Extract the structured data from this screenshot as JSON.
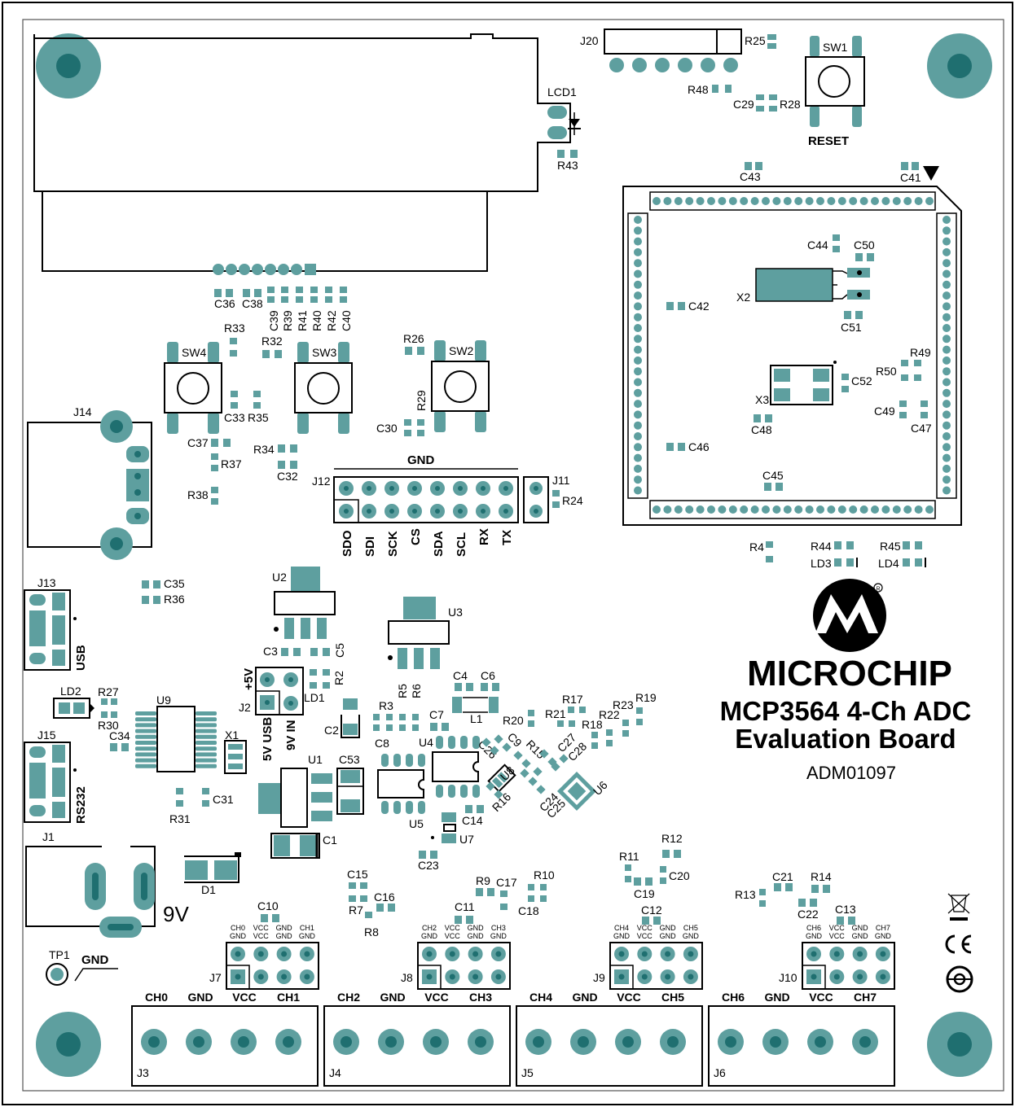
{
  "title_lines": [
    "MCP3564 4-Ch ADC",
    "Evaluation Board"
  ],
  "brand": "MICROCHIP",
  "board_id": "ADM01097",
  "labels": {
    "J20": "J20",
    "R25": "R25",
    "SW1": "SW1",
    "RESET": "RESET",
    "R48": "R48",
    "C29": "C29",
    "R28": "R28",
    "LCD1": "LCD1",
    "R43": "R43",
    "C43": "C43",
    "C41": "C41",
    "C36": "C36",
    "C38": "C38",
    "C39": "C39",
    "R39": "R39",
    "R41": "R41",
    "R40": "R40",
    "R42": "R42",
    "C40": "C40",
    "C44": "C44",
    "C50": "C50",
    "X2": "X2",
    "C42": "C42",
    "C51": "C51",
    "R49": "R49",
    "R50": "R50",
    "C52": "C52",
    "X3": "X3",
    "C48": "C48",
    "C49": "C49",
    "C47": "C47",
    "C46": "C46",
    "C45": "C45",
    "R33": "R33",
    "R32": "R32",
    "R26": "R26",
    "SW4": "SW4",
    "SW3": "SW3",
    "SW2": "SW2",
    "R29": "R29",
    "C33": "C33",
    "R35": "R35",
    "C30": "C30",
    "J14": "J14",
    "C37": "C37",
    "R37": "R37",
    "R34": "R34",
    "C32": "C32",
    "R38": "R38",
    "GND_hdr": "GND",
    "J12": "J12",
    "J11": "J11",
    "R24": "R24",
    "SDO": "SDO",
    "SDI": "SDI",
    "SCK": "SCK",
    "CS": "CS",
    "SDA": "SDA",
    "SCL": "SCL",
    "RX": "RX",
    "TX": "TX",
    "R4": "R4",
    "R44": "R44",
    "R45": "R45",
    "LD3": "LD3",
    "LD4": "LD4",
    "J13": "J13",
    "C35": "C35",
    "R36": "R36",
    "U2": "U2",
    "USB": "USB",
    "U3": "U3",
    "C3": "C3",
    "C5": "C5",
    "P5V": "+5V",
    "R2": "R2",
    "J2": "J2",
    "LD1": "LD1",
    "R5": "R5",
    "R6": "R6",
    "C4": "C4",
    "C6": "C6",
    "LD2": "LD2",
    "R27": "R27",
    "R30": "R30",
    "U9": "U9",
    "C34": "C34",
    "X1": "X1",
    "V5USB": "5V USB",
    "V9IN": "9V IN",
    "C2": "C2",
    "R3": "R3",
    "C8": "C8",
    "C7": "C7",
    "L1": "L1",
    "R20": "R20",
    "R17": "R17",
    "R21": "R21",
    "R19": "R19",
    "R23": "R23",
    "R22": "R22",
    "R18": "R18",
    "J15": "J15",
    "U4": "U4",
    "C26": "C26",
    "C9": "C9",
    "R15": "R15",
    "C27": "C27",
    "C28": "C28",
    "RS232": "RS232",
    "U1": "U1",
    "C53": "C53",
    "U8": "U8",
    "R16": "R16",
    "U6": "U6",
    "C24": "C24",
    "C25": "C25",
    "R31": "R31",
    "C31": "C31",
    "U5": "U5",
    "C14": "C14",
    "U7": "U7",
    "C1": "C1",
    "J1": "J1",
    "C23": "C23",
    "D1": "D1",
    "R12": "R12",
    "R11": "R11",
    "C20": "C20",
    "C19": "C19",
    "C15": "C15",
    "R9": "R9",
    "C17": "C17",
    "R10": "R10",
    "C16": "C16",
    "R7": "R7",
    "C18": "C18",
    "C11": "C11",
    "C21": "C21",
    "R14": "R14",
    "R13": "R13",
    "C22": "C22",
    "C12": "C12",
    "C13": "C13",
    "V9": "9V",
    "R8": "R8",
    "C10": "C10",
    "TP1": "TP1",
    "GND_tp": "GND",
    "J7": "J7",
    "J8": "J8",
    "J9": "J9",
    "J10": "J10",
    "J3": "J3",
    "J4": "J4",
    "J5": "J5",
    "J6": "J6"
  },
  "jumper_pins": {
    "J7": [
      "CH0",
      "GND",
      "VCC",
      "VCC",
      "GND",
      "GND",
      "CH1",
      "GND"
    ],
    "J8": [
      "CH2",
      "GND",
      "VCC",
      "VCC",
      "GND",
      "GND",
      "CH3",
      "GND"
    ],
    "J9": [
      "CH4",
      "GND",
      "VCC",
      "VCC",
      "GND",
      "GND",
      "CH5",
      "GND"
    ],
    "J10": [
      "CH6",
      "GND",
      "VCC",
      "VCC",
      "GND",
      "GND",
      "CH7",
      "GND"
    ]
  },
  "terminal_labels": {
    "J3": [
      "CH0",
      "GND",
      "VCC",
      "CH1"
    ],
    "J4": [
      "CH2",
      "GND",
      "VCC",
      "CH3"
    ],
    "J5": [
      "CH4",
      "GND",
      "VCC",
      "CH5"
    ],
    "J6": [
      "CH6",
      "GND",
      "VCC",
      "CH7"
    ]
  },
  "colors": {
    "pad": "#5e9f9f",
    "pad_dark": "#1f6f70",
    "outline": "#000000"
  }
}
